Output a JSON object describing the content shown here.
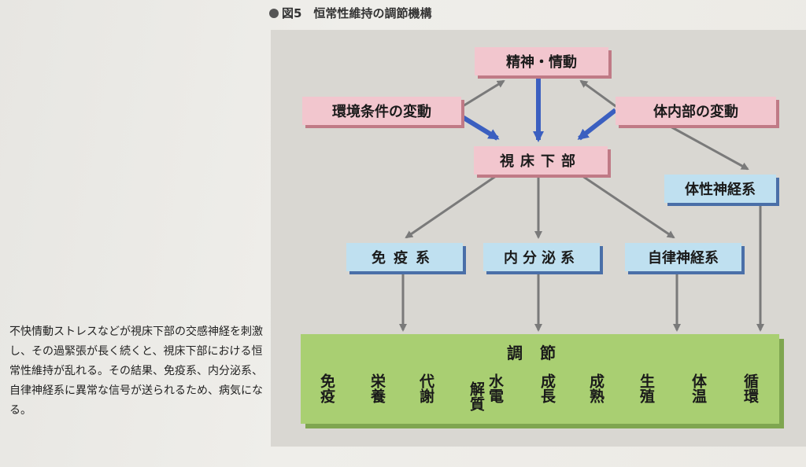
{
  "figure": {
    "title": "図5　恒常性維持の調節機構"
  },
  "nodes": {
    "mind": "精神・情動",
    "environment": "環境条件の変動",
    "internal": "体内部の変動",
    "hypothalamus": "視床下部",
    "somatic": "体性神経系",
    "immune": "免疫系",
    "endocrine": "内分泌系",
    "autonomic": "自律神経系"
  },
  "regulation": {
    "title": "調節",
    "items": [
      "免疫",
      "栄養",
      "代謝",
      "解質",
      "水電",
      "成長",
      "成熟",
      "生殖",
      "体温",
      "循環"
    ]
  },
  "caption": "不快情動ストレスなどが視床下部の交感神経を刺激し、その過緊張が長く続くと、視床下部における恒常性維持が乱れる。その結果、免疫系、内分泌系、自律神経系に異常な信号が送られるため、病気になる。",
  "colors": {
    "pink": "#f2c6ce",
    "blue": "#bfe0f0",
    "green": "#a9cf72",
    "arrow_blue": "#3b5fc0",
    "arrow_gray": "#7a7a7a"
  }
}
